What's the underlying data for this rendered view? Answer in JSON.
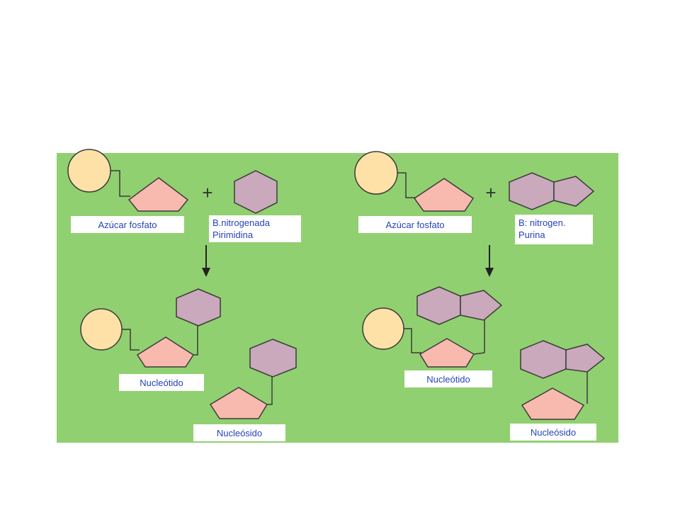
{
  "colors": {
    "panel_background": "#90d070",
    "phosphate_circle": "#fde1a6",
    "sugar_pentagon": "#f8b9ae",
    "base_ring": "#c9a9bb",
    "label_text": "#2743b6",
    "label_box": "#ffffff",
    "outline": "#3b3b3b"
  },
  "left_panel": {
    "reactant_sugar_label": "Azúcar fosfato",
    "plus_sign": "+",
    "base_label_line1": "B.nitrogenada",
    "base_label_line2": "Pirimidina",
    "product_nucleotide_label": "Nucleótido",
    "product_nucleoside_label": "Nucleósido"
  },
  "right_panel": {
    "reactant_sugar_label": "Azúcar fosfato",
    "plus_sign": "+",
    "base_label_line1": "B: nitrogen.",
    "base_label_line2": "Purina",
    "product_nucleotide_label": "Nucleótido",
    "product_nucleoside_label": "Nucleósido"
  }
}
